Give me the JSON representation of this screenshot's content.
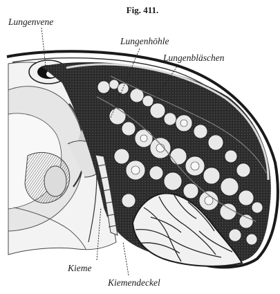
{
  "figure": {
    "title": "Fig. 411.",
    "labels": {
      "lungenvene": "Lungenvene",
      "lungenhoehle": "Lungenhöhle",
      "lungenblaeschen": "Lungenbläschen",
      "kieme": "Kieme",
      "kiemendeckel": "Kiemendeckel"
    }
  }
}
